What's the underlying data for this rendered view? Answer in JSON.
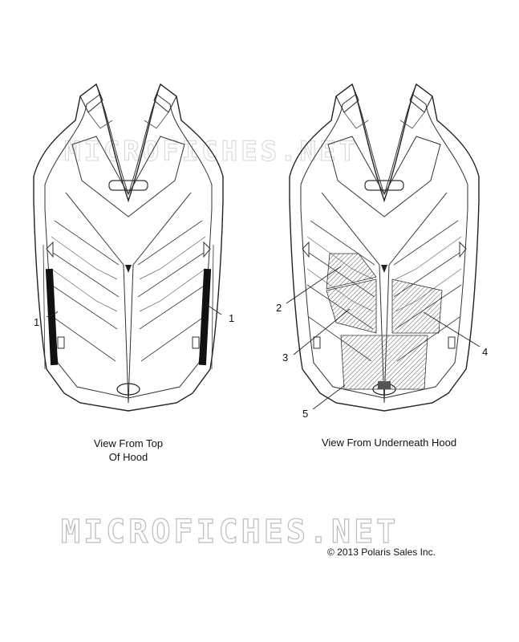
{
  "watermark": "MICROFICHES.NET",
  "left_view": {
    "caption_line1": "View From Top",
    "caption_line2": "Of Hood",
    "callouts": [
      "1",
      "1"
    ]
  },
  "right_view": {
    "caption": "View From Underneath Hood",
    "callouts": [
      "2",
      "3",
      "4",
      "5"
    ]
  },
  "copyright": "© 2013 Polaris Sales Inc."
}
